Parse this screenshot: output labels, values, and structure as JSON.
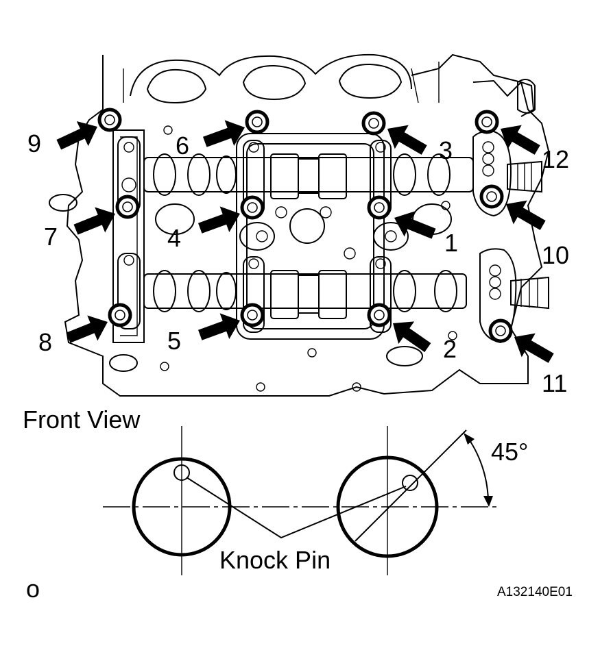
{
  "bolt_labels": [
    "1",
    "2",
    "3",
    "4",
    "5",
    "6",
    "7",
    "8",
    "9",
    "10",
    "11",
    "12"
  ],
  "front_view_label": "Front View",
  "angle_label": "45°",
  "knock_pin_label": "Knock Pin",
  "corner_mark": "o",
  "figure_id": "A132140E01"
}
